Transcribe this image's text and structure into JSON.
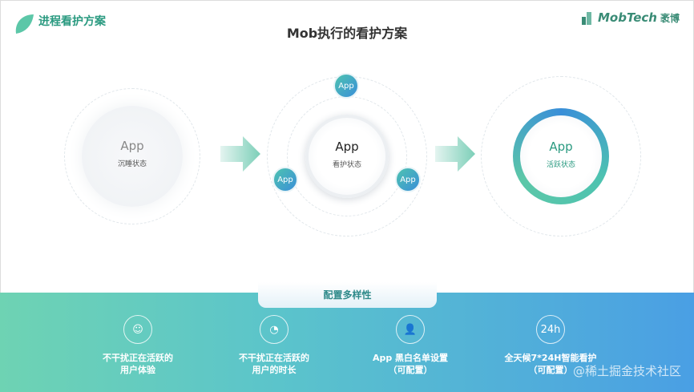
{
  "header": {
    "section_title": "进程看护方案",
    "main_title": "Mob执行的看护方案",
    "brand_name": "MobTech",
    "brand_cn": "袤博"
  },
  "states": [
    {
      "app": "App",
      "label": "沉睡状态"
    },
    {
      "app": "App",
      "label": "看护状态"
    },
    {
      "app": "App",
      "label": "活跃状态"
    }
  ],
  "satellites": [
    "App",
    "App",
    "App"
  ],
  "config": {
    "tab_label": "配置多样性",
    "features": [
      {
        "icon": "smile-icon",
        "line1": "不干扰正在活跃的",
        "line2": "用户体验"
      },
      {
        "icon": "clock-icon",
        "line1": "不干扰正在活跃的",
        "line2": "用户的时长"
      },
      {
        "icon": "user-list-icon",
        "line1": "App 黑白名单设置",
        "line2": "（可配置）"
      },
      {
        "icon": "24h-icon",
        "icon_text": "24h",
        "line1": "全天候7*24H智能看护",
        "line2": "（可配置）"
      }
    ]
  },
  "watermark": "@稀土掘金技术社区",
  "colors": {
    "teal": "#2a9a80",
    "band_left": "#6ed3b3",
    "band_right": "#4a9fe4"
  }
}
